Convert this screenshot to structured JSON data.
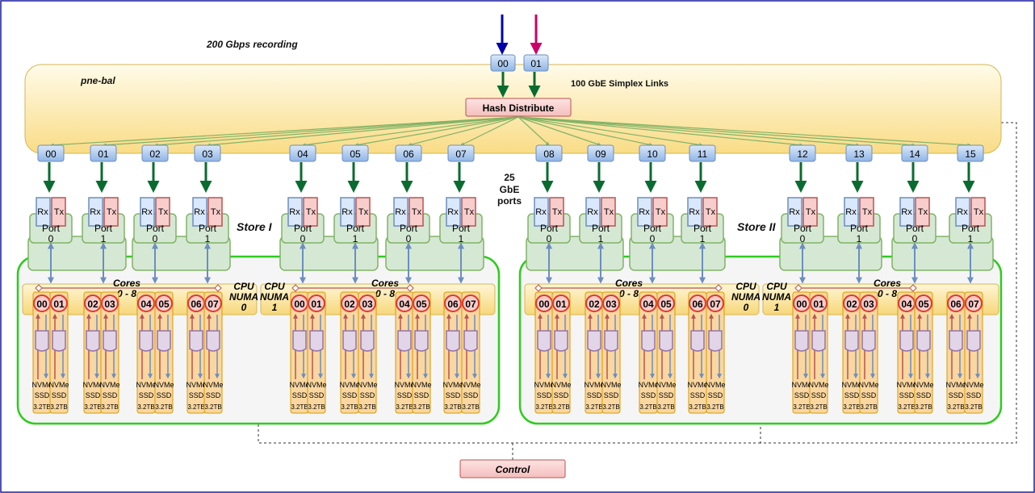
{
  "title": "200 Gbps recording",
  "balancer_label": "pne-bal",
  "links_label": "100 GbE Simplex Links",
  "hash_label": "Hash Distribute",
  "ports_label": [
    "25",
    "GbE",
    "ports"
  ],
  "control_label": "Control",
  "input_ports": [
    "00",
    "01"
  ],
  "output_ports": [
    "00",
    "01",
    "02",
    "03",
    "04",
    "05",
    "06",
    "07",
    "08",
    "09",
    "10",
    "11",
    "12",
    "13",
    "14",
    "15"
  ],
  "rx_label": "Rx",
  "tx_label": "Tx",
  "port_word": "Port",
  "port_numbers": [
    "0",
    "1"
  ],
  "stores": [
    "Store I",
    "Store II"
  ],
  "cores_label": [
    "Cores",
    "0 - 8"
  ],
  "cpu_label": [
    "CPU",
    "NUMA"
  ],
  "numa_ids": [
    "0",
    "1"
  ],
  "ssd_ids": [
    "00",
    "01",
    "02",
    "03",
    "04",
    "05",
    "06",
    "07"
  ],
  "ssd_label": [
    "NVMe",
    "SSD",
    "3.2TB"
  ],
  "colors": {
    "input_arrow_0": "#0000aa",
    "input_arrow_1": "#cc0066",
    "port_blue": "#a9c8ee",
    "balancer_yellow": "#fde9a8",
    "hash_pink": "#f8cecc",
    "arrow_green": "#0a6b30",
    "fan_green": "#82b366",
    "nic_green": "#d5e8d4",
    "store_border": "#2ecc1e",
    "ssd_orange": "#fad7a0",
    "ssd_red": "#e0392b",
    "io_blue": "#6c8ebf",
    "io_red": "#b85450"
  }
}
